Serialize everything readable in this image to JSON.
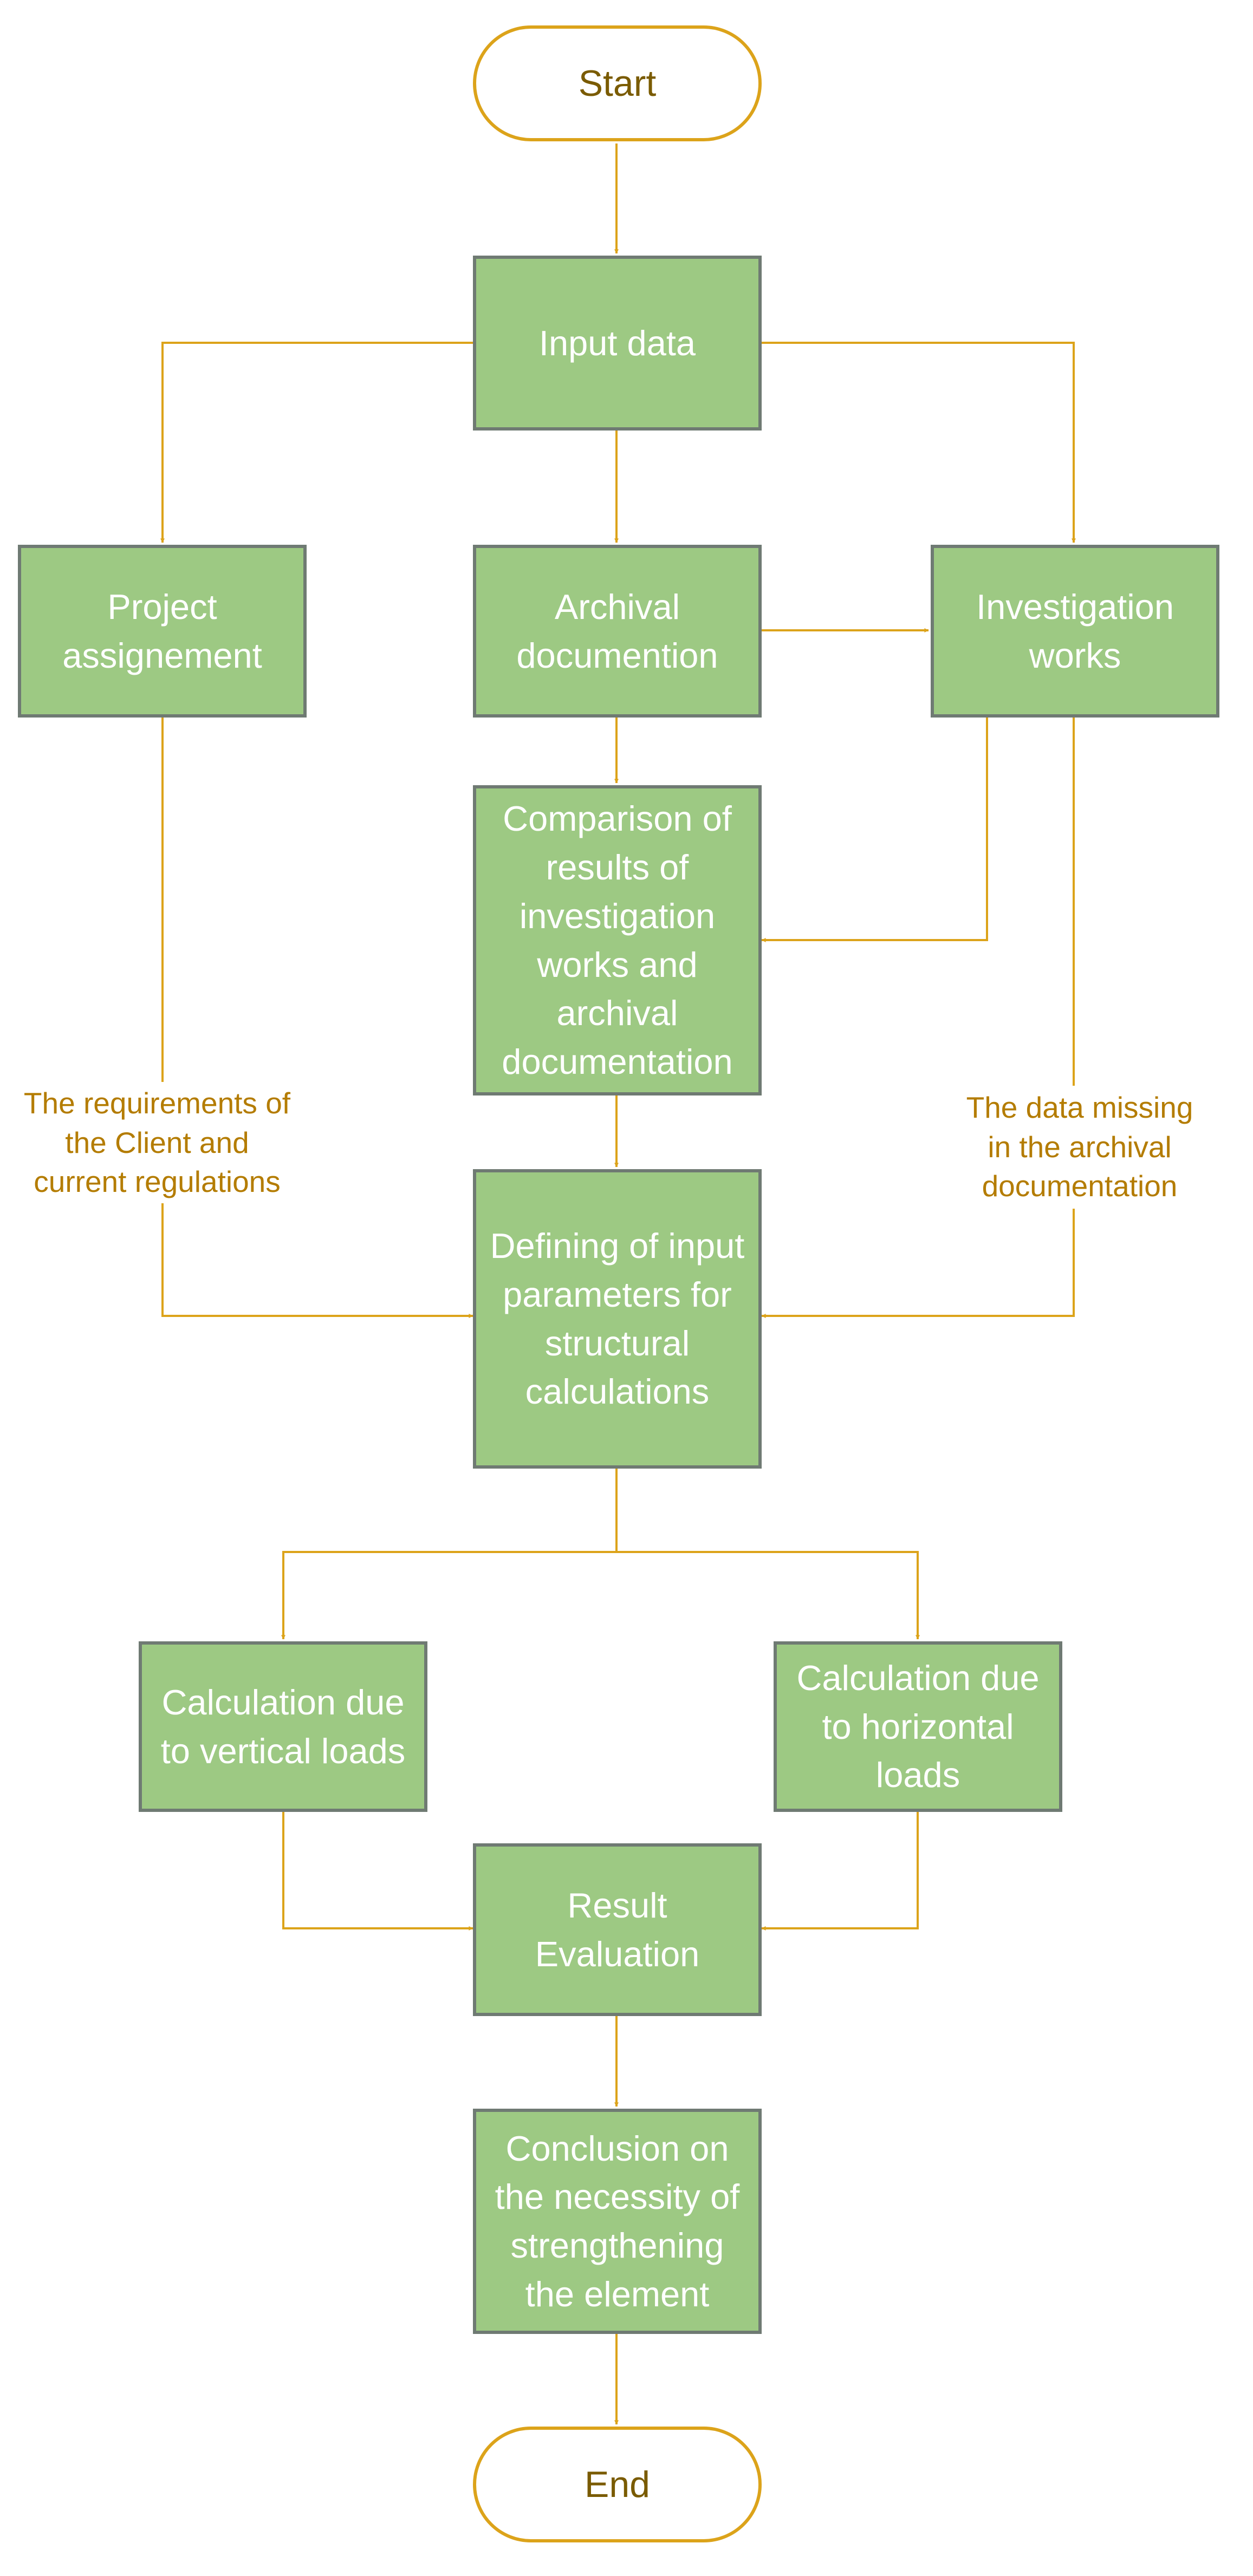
{
  "colors": {
    "process_fill": "#9dc983",
    "process_border": "#6f7a73",
    "process_text": "#ffffff",
    "connector": "#dca31a",
    "terminal_text": "#7a5b00",
    "edge_label_text": "#b47c00"
  },
  "nodes": {
    "start": "Start",
    "input_data": "Input data",
    "project_assignment": "Project assignement",
    "archival_documentation": "Archival documention",
    "investigation_works": "Investigation works",
    "comparison": "Comparison of results of investigation works and archival documentation",
    "defining_parameters": "Defining of input parameters for structural calculations",
    "calc_vertical": "Calculation due to vertical loads",
    "calc_horizontal": "Calculation due to horizontal loads",
    "result_evaluation": "Result Evaluation",
    "conclusion": "Conclusion on the necessity of strengthening the element",
    "end": "End"
  },
  "edge_labels": {
    "client_requirements": "The requirements of the Client and current regulations",
    "missing_data": "The data missing in the archival documentation"
  }
}
